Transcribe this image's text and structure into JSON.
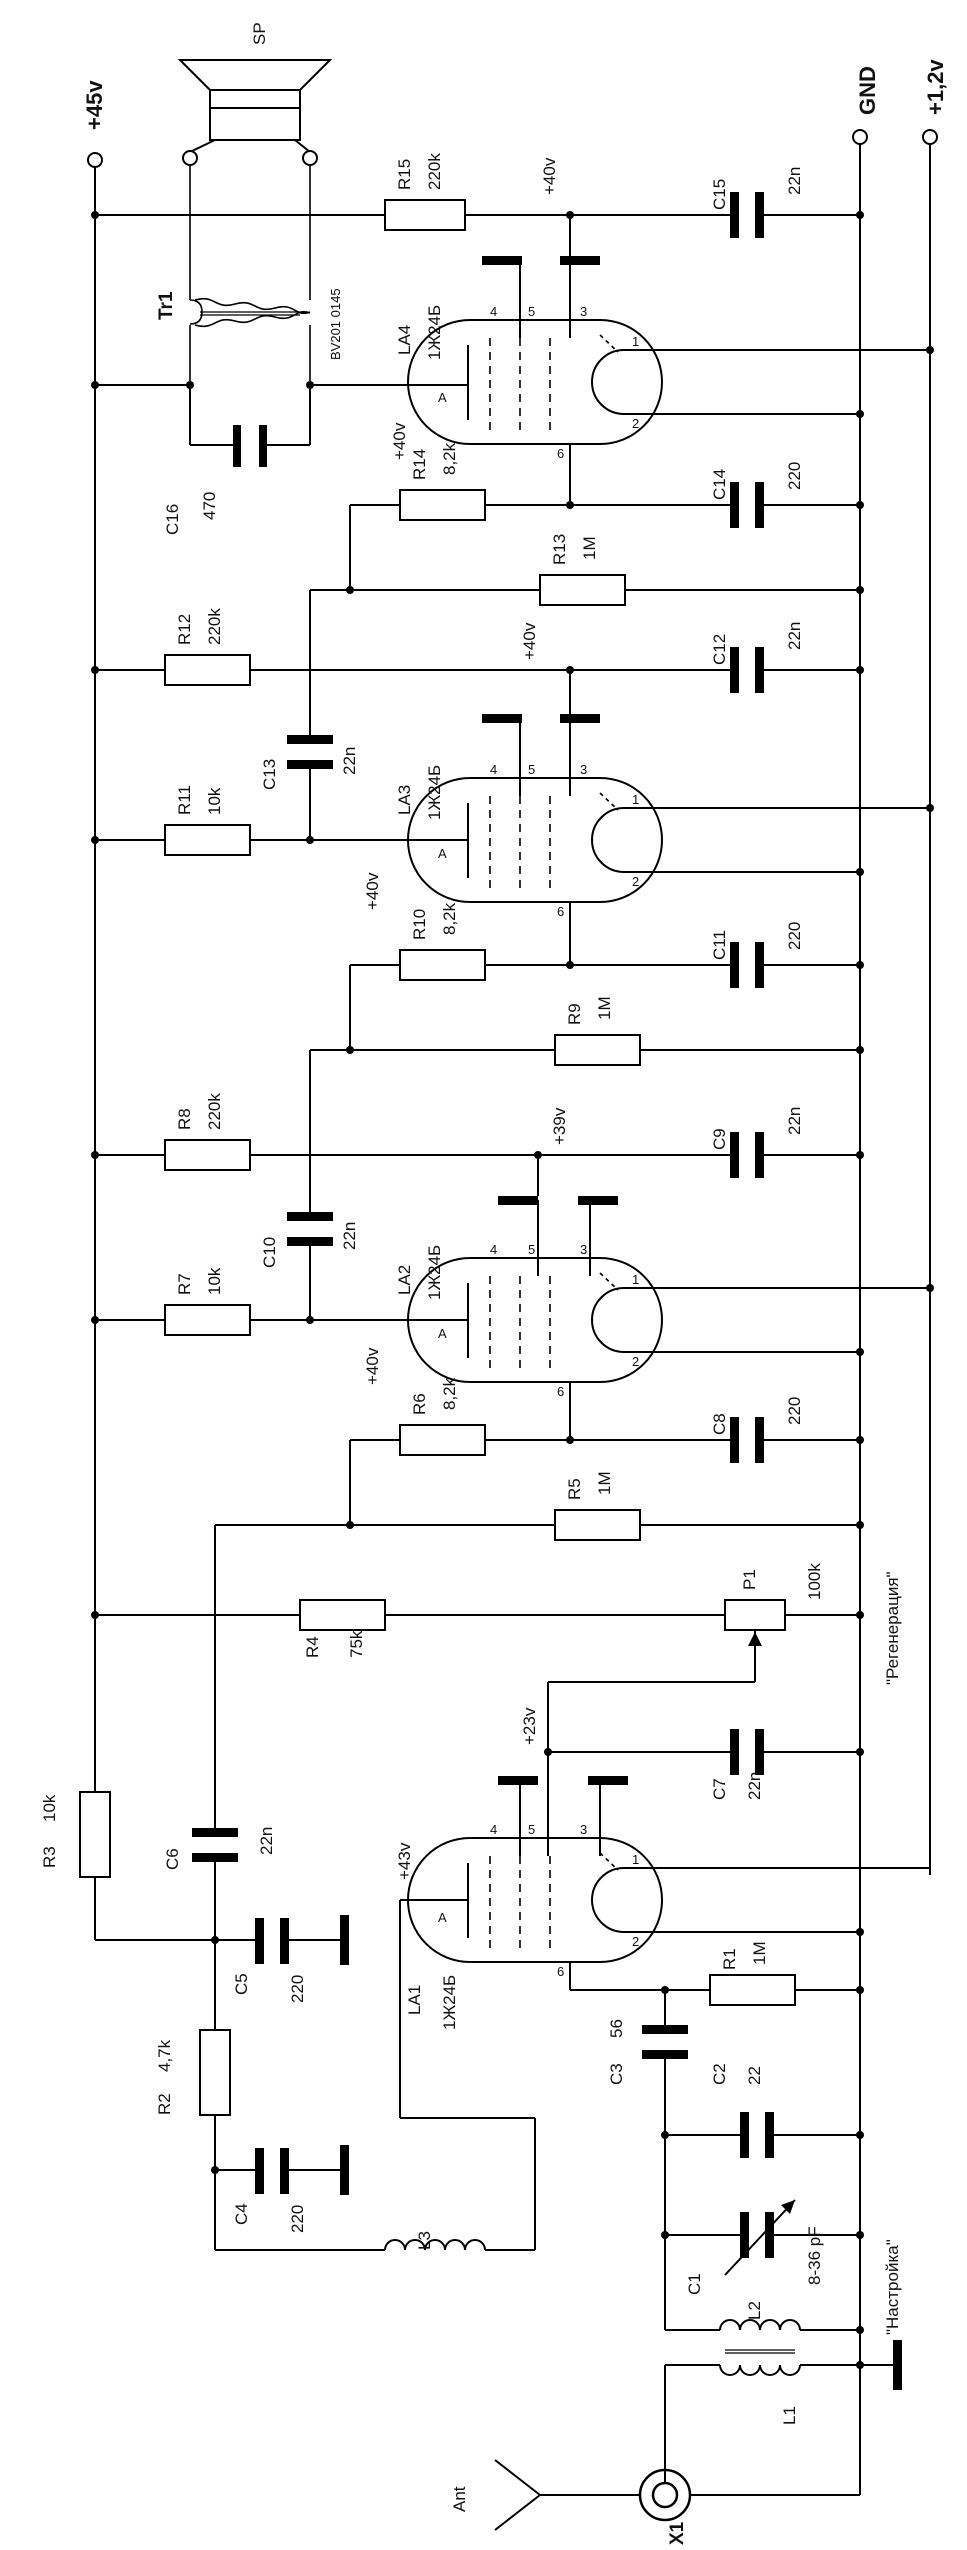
{
  "rails": {
    "plus45": "+45v",
    "gnd": "GND",
    "plus12": "+1,2v"
  },
  "speaker": {
    "label": "SP"
  },
  "transformer": {
    "label": "Tr1",
    "code": "BV201 0145"
  },
  "tubes": {
    "la4": {
      "name": "LA4",
      "type": "1Ж24Б",
      "anode_v": "+40v",
      "screen_v": "+40v"
    },
    "la3": {
      "name": "LA3",
      "type": "1Ж24Б",
      "anode_v": "+40v",
      "screen_v": "+40v"
    },
    "la2": {
      "name": "LA2",
      "type": "1Ж24Б",
      "anode_v": "+40v",
      "screen_v": "+39v"
    },
    "la1": {
      "name": "LA1",
      "type": "1Ж24Б",
      "anode_v": "+43v",
      "screen_v": "+23v"
    },
    "pins": {
      "p1": "1",
      "p2": "2",
      "p3": "3",
      "p4": "4",
      "p5": "5",
      "p6": "6",
      "a": "A"
    }
  },
  "components": {
    "r15": {
      "name": "R15",
      "value": "220k"
    },
    "c15": {
      "name": "C15",
      "value": "22n"
    },
    "c16": {
      "name": "C16",
      "value": "470"
    },
    "r14": {
      "name": "R14",
      "value": "8,2k"
    },
    "c14": {
      "name": "C14",
      "value": "220"
    },
    "r13": {
      "name": "R13",
      "value": "1M"
    },
    "r12": {
      "name": "R12",
      "value": "220k"
    },
    "c12": {
      "name": "C12",
      "value": "22n"
    },
    "c13": {
      "name": "C13",
      "value": "22n"
    },
    "r11": {
      "name": "R11",
      "value": "10k"
    },
    "r10": {
      "name": "R10",
      "value": "8,2k"
    },
    "c11": {
      "name": "C11",
      "value": "220"
    },
    "r9": {
      "name": "R9",
      "value": "1M"
    },
    "r8": {
      "name": "R8",
      "value": "220k"
    },
    "c9": {
      "name": "C9",
      "value": "22n"
    },
    "c10": {
      "name": "C10",
      "value": "22n"
    },
    "r7": {
      "name": "R7",
      "value": "10k"
    },
    "r6": {
      "name": "R6",
      "value": "8,2k"
    },
    "c8": {
      "name": "C8",
      "value": "220"
    },
    "r5": {
      "name": "R5",
      "value": "1M"
    },
    "r4": {
      "name": "R4",
      "value": "75k"
    },
    "p1": {
      "name": "P1",
      "value": "100k",
      "note": "\"Регенерация\""
    },
    "c7": {
      "name": "C7",
      "value": "22n"
    },
    "r3": {
      "name": "R3",
      "value": "10k"
    },
    "c6": {
      "name": "C6",
      "value": "22n"
    },
    "c5": {
      "name": "C5",
      "value": "220"
    },
    "r2": {
      "name": "R2",
      "value": "4,7k"
    },
    "c4": {
      "name": "C4",
      "value": "220"
    },
    "l3": {
      "name": "L3"
    },
    "r1": {
      "name": "R1",
      "value": "1M"
    },
    "c3": {
      "name": "C3",
      "value": "56"
    },
    "c2": {
      "name": "C2",
      "value": "22"
    },
    "c1": {
      "name": "C1",
      "value": "8-36 pF",
      "note": "\"Настройка\""
    },
    "l2": {
      "name": "L2"
    },
    "l1": {
      "name": "L1"
    },
    "x1": {
      "name": "X1"
    },
    "ant": {
      "name": "Ant"
    }
  }
}
